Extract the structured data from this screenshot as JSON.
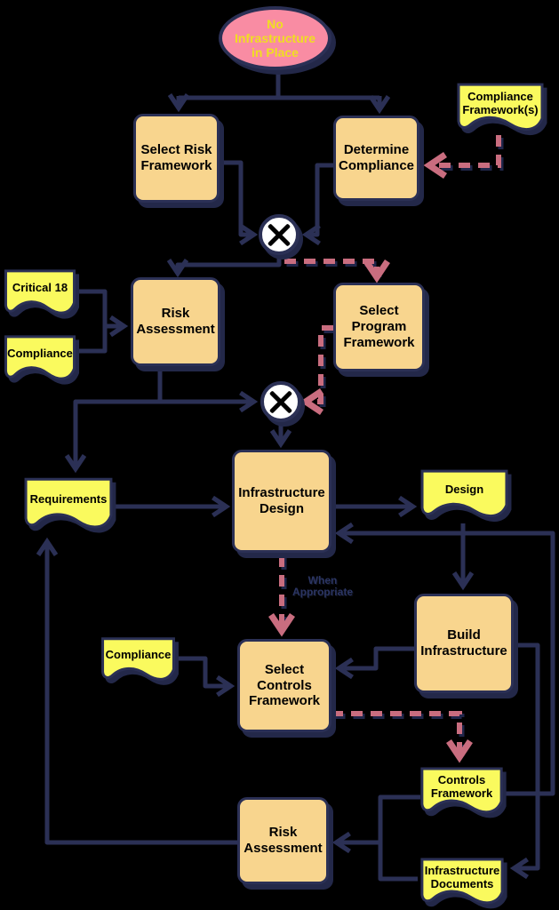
{
  "colors": {
    "background": "#000000",
    "process-fill": "#f8d58e",
    "document-fill": "#fafa5e",
    "terminator-fill": "#f98ca3",
    "terminator-text": "#f0df20",
    "line": "#2b3055",
    "dashed-line": "#c96d7f",
    "shadow": "#232849",
    "text": "#000000"
  },
  "nodes": {
    "start": "No Infrastructure in Place",
    "select_risk_framework": "Select Risk Framework",
    "determine_compliance": "Determine Compliance",
    "risk_assessment_1": "Risk Assessment",
    "select_program_framework": "Select Program Framework",
    "infrastructure_design": "Infrastructure Design",
    "build_infrastructure": "Build Infrastructure",
    "select_controls_framework": "Select Controls Framework",
    "risk_assessment_2": "Risk Assessment"
  },
  "documents": {
    "compliance_frameworks": "Compliance Framework(s)",
    "critical_18": "Critical 18",
    "compliance_risk": "Compliance",
    "requirements": "Requirements",
    "design": "Design",
    "compliance_controls": "Compliance",
    "controls_framework": "Controls Framework",
    "infrastructure_documents": "Infrastructure Documents"
  },
  "annotations": {
    "when_appropriate": "When Appropriate"
  }
}
